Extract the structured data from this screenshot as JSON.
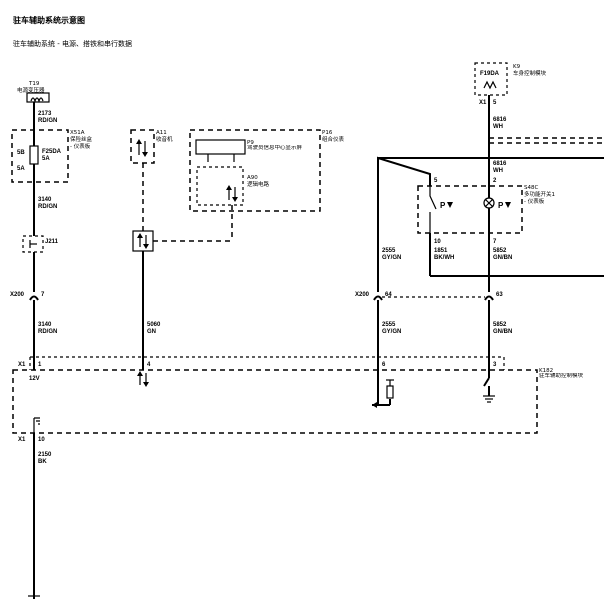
{
  "header": {
    "title": "驻车辅助系统示意图",
    "subtitle": "驻车辅助系统 - 电源、搭铁和串行数据"
  },
  "components": {
    "t19": {
      "id": "T19",
      "name": "电源变压器"
    },
    "x51a": {
      "id": "X51A",
      "name": "保险丝盒",
      "sub": "- 仪表板",
      "fuse": "F25DA",
      "amp": "5A",
      "pin_in": "5B",
      "pin_out": "5A"
    },
    "a11": {
      "id": "A11",
      "name": "收音机"
    },
    "p16": {
      "id": "P16",
      "name": "组合仪表"
    },
    "p9": {
      "id": "P9",
      "name": "驾驶员信息中心显示屏"
    },
    "a90": {
      "id": "A90",
      "name": "逻辑电路"
    },
    "j211": {
      "id": "J211"
    },
    "k9": {
      "id": "K9",
      "name": "车身控制模块",
      "fuse": "F19DA",
      "x": "X1",
      "pin": "5"
    },
    "s48c": {
      "id": "S48C",
      "name": "多功能开关1",
      "sub": "- 仪表板"
    },
    "k182": {
      "id": "K182",
      "name": "驻车辅助控制模块"
    }
  },
  "wires": {
    "w2173": {
      "num": "2173",
      "color": "RD/GN"
    },
    "w3140a": {
      "num": "3140",
      "color": "RD/GN"
    },
    "w3140b": {
      "num": "3140",
      "color": "RD/GN"
    },
    "w5060": {
      "num": "5060",
      "color": "GN"
    },
    "w2150": {
      "num": "2150",
      "color": "BK"
    },
    "w6816a": {
      "num": "6816",
      "color": "WH"
    },
    "w6816b": {
      "num": "6816",
      "color": "WH"
    },
    "w1851": {
      "num": "1851",
      "color": "BK/WH"
    },
    "w5852a": {
      "num": "5852",
      "color": "GN/BN"
    },
    "w5852b": {
      "num": "5852",
      "color": "GN/BN"
    },
    "w2555a": {
      "num": "2555",
      "color": "GY/GN"
    },
    "w2555b": {
      "num": "2555",
      "color": "GY/GN"
    }
  },
  "pins": {
    "x200_left": "X200",
    "x200_left_pin": "7",
    "x200_right": "X200",
    "x200_right_pin_a": "64",
    "x200_right_pin_b": "63",
    "x1_top": "X1",
    "x1_bot": "X1",
    "k182_p1": "1",
    "k182_p4": "4",
    "k182_p6": "6",
    "k182_p3": "3",
    "k182_p10": "10",
    "k182_12v": "12V",
    "s48c_p5": "5",
    "s48c_p2": "2",
    "s48c_p10": "10",
    "s48c_p7": "7",
    "k9_p5": "5"
  }
}
